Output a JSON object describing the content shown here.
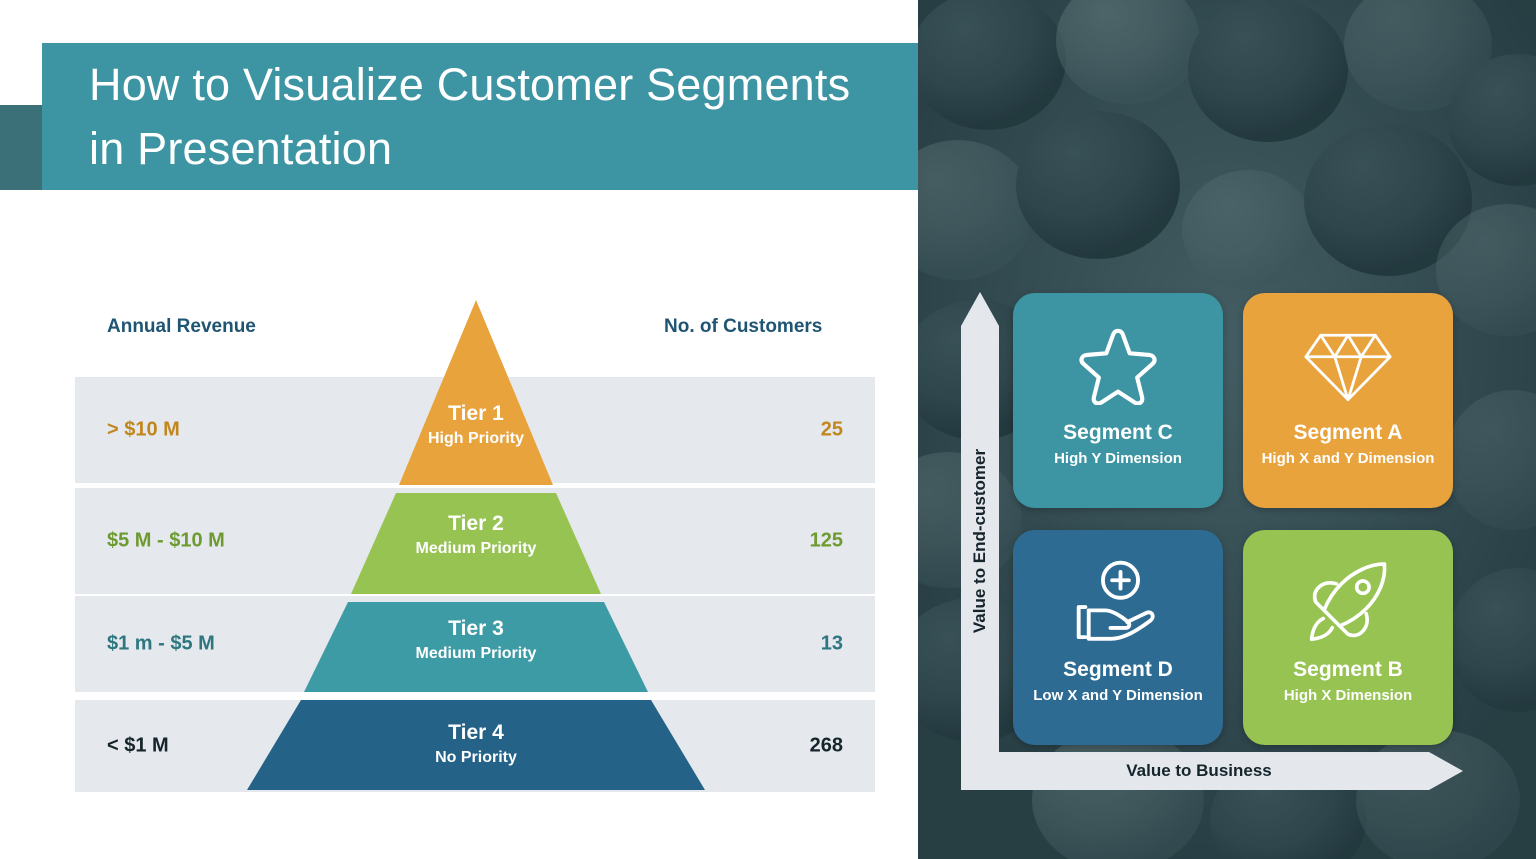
{
  "slide": {
    "title": "How to Visualize Customer Segments\nin Presentation",
    "accent_teal": "#3D95A3",
    "accent_dark_teal": "#3C7079",
    "fold_shadow": "#1F474D"
  },
  "pyramid_section": {
    "left_header": "Annual Revenue",
    "right_header": "No. of Customers",
    "band_color": "#E5E8EC",
    "rows": [
      {
        "revenue": "> $10 M",
        "tier": "Tier 1",
        "priority": "High Priority",
        "customers": "25",
        "color": "#E8A33D",
        "label_color": "#C1871F"
      },
      {
        "revenue": "$5 M - $10 M",
        "tier": "Tier 2",
        "priority": "Medium Priority",
        "customers": "125",
        "color": "#97C353",
        "label_color": "#6E9B31"
      },
      {
        "revenue": "$1 m - $5 M",
        "tier": "Tier 3",
        "priority": "Medium Priority",
        "customers": "13",
        "color": "#3D9BA6",
        "label_color": "#2E7781"
      },
      {
        "revenue": "< $1 M",
        "tier": "Tier 4",
        "priority": "No Priority",
        "customers": "268",
        "color": "#246288",
        "label_color": "#15252B"
      }
    ]
  },
  "matrix_section": {
    "y_axis_label": "Value to End-customer",
    "x_axis_label": "Value to Business",
    "axis_color": "#E4E8EC",
    "cards": [
      {
        "pos": "top-left",
        "title": "Segment C",
        "subtitle": "High Y Dimension",
        "icon": "star-icon",
        "color": "#3D95A3"
      },
      {
        "pos": "top-right",
        "title": "Segment A",
        "subtitle": "High X and Y Dimension",
        "icon": "diamond-icon",
        "color": "#E8A33D"
      },
      {
        "pos": "bottom-left",
        "title": "Segment D",
        "subtitle": "Low X and Y Dimension",
        "icon": "hand-plus-icon",
        "color": "#2E6B92"
      },
      {
        "pos": "bottom-right",
        "title": "Segment B",
        "subtitle": "High X Dimension",
        "icon": "rocket-icon",
        "color": "#97C353"
      }
    ]
  },
  "chart_data": {
    "type": "bar",
    "title": "Customer Tier Pyramid",
    "categories": [
      "Tier 1",
      "Tier 2",
      "Tier 3",
      "Tier 4"
    ],
    "values": [
      25,
      125,
      13,
      268
    ],
    "xlabel": "Annual Revenue",
    "ylabel": "No. of Customers",
    "annotations": [
      "> $10 M",
      "$5 M - $10 M",
      "$1 m - $5 M",
      "< $1 M"
    ],
    "series": [
      {
        "name": "No. of Customers",
        "values": [
          25,
          125,
          13,
          268
        ]
      }
    ],
    "legend": [
      "High Priority",
      "Medium Priority",
      "Medium Priority",
      "No Priority"
    ]
  }
}
